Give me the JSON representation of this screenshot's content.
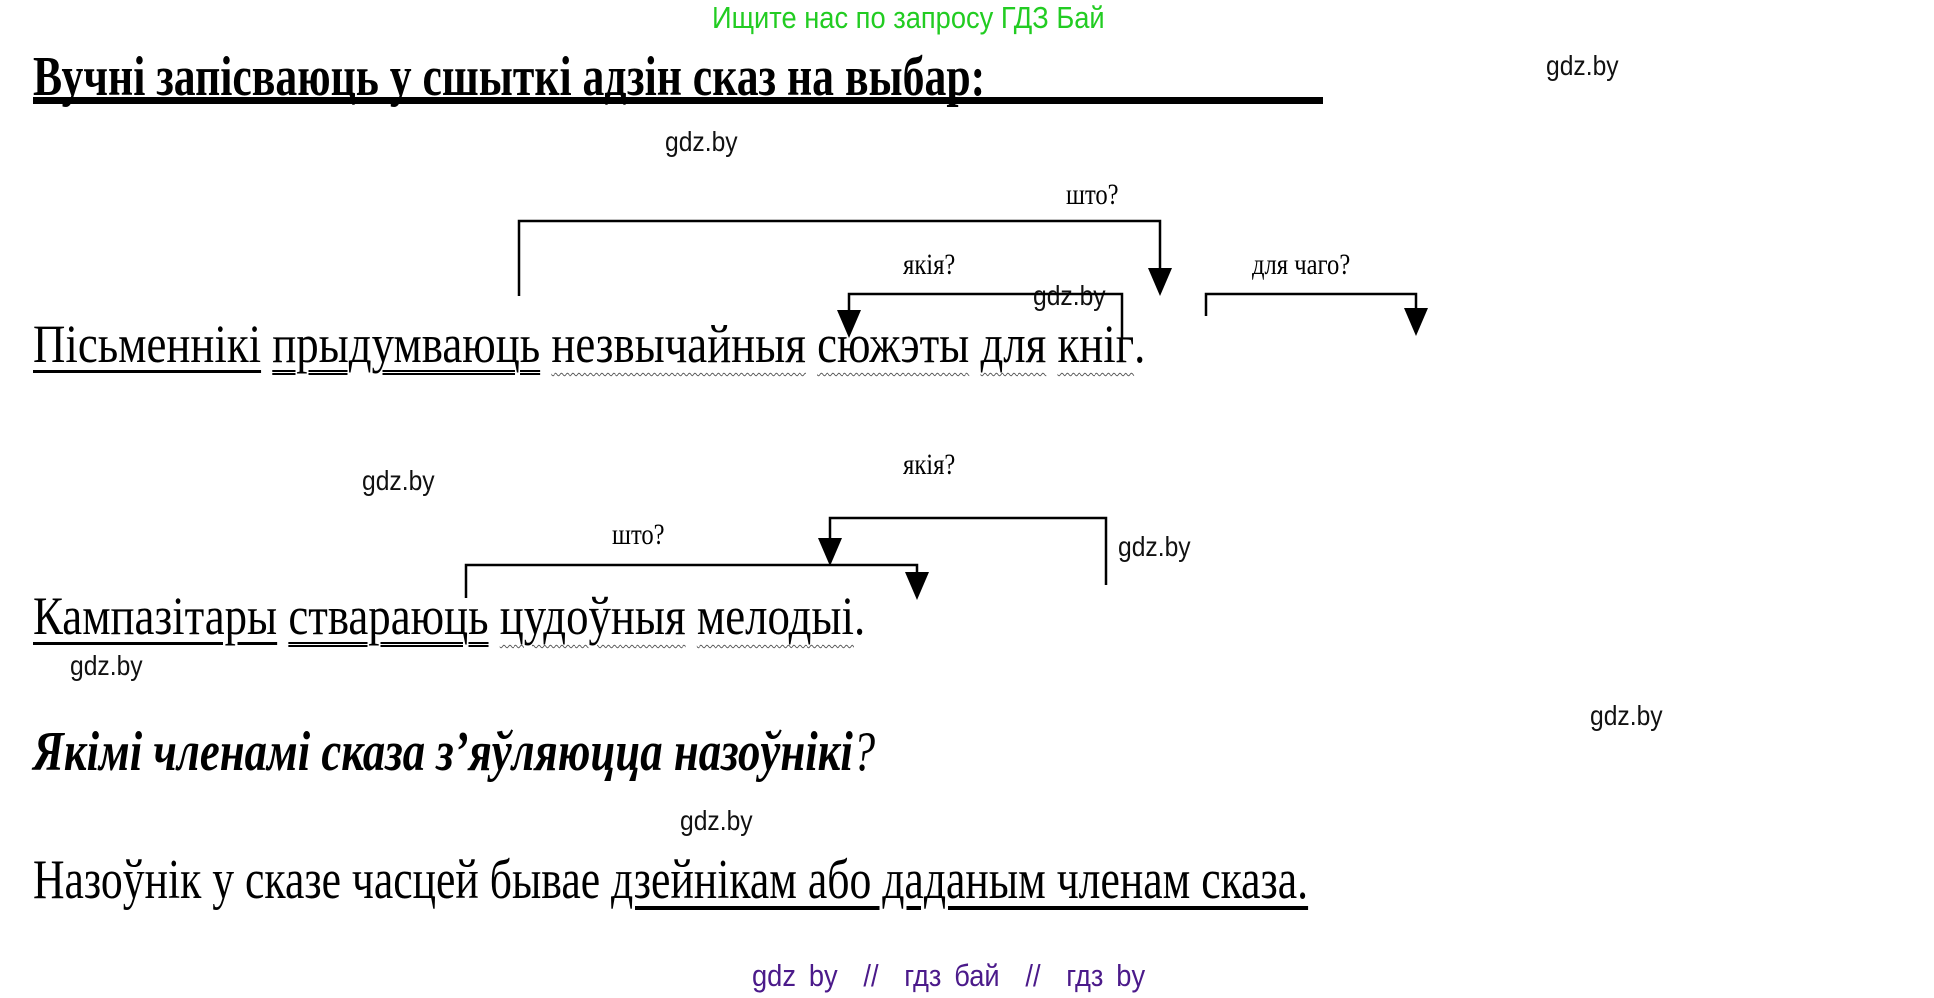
{
  "banner": "Ищите нас по запросу ГДЗ Бай",
  "title": "Вучні запісваюць у сшыткі адзін сказ на выбар:",
  "watermark": "gdz.by",
  "sentence1": {
    "words": [
      {
        "text": "Пісьменнікі",
        "role": "subject"
      },
      {
        "text": "прыдумваюць",
        "role": "predicate"
      },
      {
        "text": "незвычайныя",
        "role": "attribute"
      },
      {
        "text": "сюжэты",
        "role": "object"
      },
      {
        "text": "для",
        "role": "object"
      },
      {
        "text": "кніг",
        "role": "object"
      }
    ],
    "end": ".",
    "questions": {
      "what": "што?",
      "which": "якія?",
      "for_what": "для чаго?"
    }
  },
  "sentence2": {
    "words": [
      {
        "text": "Кампазітары",
        "role": "subject"
      },
      {
        "text": "ствараюць",
        "role": "predicate"
      },
      {
        "text": "цудоўныя",
        "role": "attribute"
      },
      {
        "text": "мелодыі",
        "role": "object"
      }
    ],
    "end": ".",
    "questions": {
      "which": "якія?",
      "what": "што?"
    }
  },
  "question": {
    "text": "Якімі членамі сказа з’яўляюцца назоўнікі",
    "mark": "?"
  },
  "answer": {
    "plain": "Назоўнік у сказе часцей бывае ",
    "underlined": "дзейнікам або даданым членам сказа."
  },
  "footer": "gdz by  //  гдз бай  //  гдз by",
  "colors": {
    "banner": "#22cc22",
    "footer": "#4b1a8a",
    "text": "#000000"
  }
}
